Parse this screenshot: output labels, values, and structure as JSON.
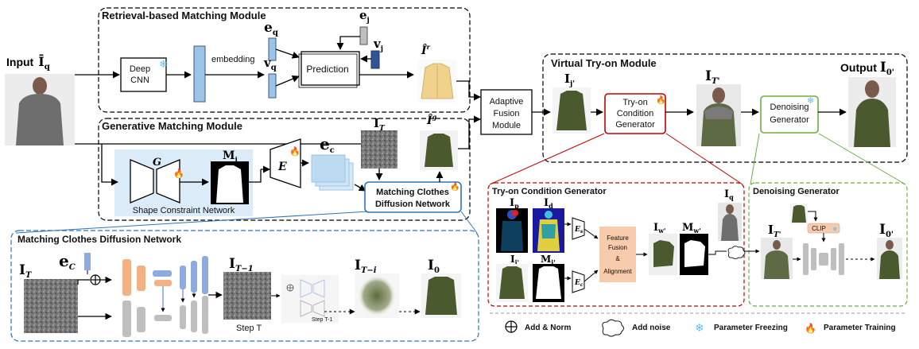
{
  "colors": {
    "frozen_blue": "#5bc0f8",
    "trained_orange": "#f7941d",
    "mcdn_blue": "#2e75b6",
    "tcg_red": "#c00000",
    "denoise_green": "#70ad47",
    "embed_blue": "#9dc3e6",
    "shape_bg": "#dcebf8",
    "fusion_peach": "#f8cbad",
    "unet_orange": "#f4b183",
    "unet_gray": "#bfbfbf",
    "unet_purple": "#8faadc"
  },
  "labels": {
    "input": "Input",
    "input_sym": "Ī",
    "input_sub": "q",
    "output": "Output",
    "output_sym": "I",
    "output_sub": "0'"
  },
  "retrieval": {
    "title": "Retrieval-based Matching Module",
    "deep_cnn_1": "Deep",
    "deep_cnn_2": "CNN",
    "embedding": "embedding",
    "prediction": "Prediction",
    "eq": "e",
    "eq_sub": "q",
    "vq": "v",
    "vq_sub": "q",
    "ej": "e",
    "ej_sub": "j",
    "vj": "v",
    "vj_sub": "j",
    "tr": "Î",
    "tr_sup": "r"
  },
  "generative": {
    "title": "Generative Matching Module",
    "shape_net": "Shape Constraint Network",
    "g_label": "G",
    "mi": "M",
    "mi_sub": "i",
    "e_label": "E",
    "ec": "e",
    "ec_sub": "c",
    "it": "I",
    "it_sub": "T",
    "tg": "Î",
    "tg_sup": "g",
    "mcdn_1": "Matching Clothes",
    "mcdn_2": "Diffusion Network"
  },
  "fusion": {
    "line1": "Adaptive",
    "line2": "Fusion",
    "line3": "Module"
  },
  "vto": {
    "title": "Virtual Try-on Module",
    "ij": "I",
    "ij_sub": "j'",
    "it2": "I",
    "it2_sub": "T'",
    "tcg_1": "Try-on",
    "tcg_2": "Condition",
    "tcg_3": "Generator",
    "dg_1": "Denoising",
    "dg_2": "Generator"
  },
  "mcdn_detail": {
    "title": "Matching Clothes Diffusion Network",
    "it": "I",
    "it_sub": "T",
    "ec": "e",
    "ec_sub": "C",
    "it1": "I",
    "it1_sub": "T−1",
    "step_t": "Step T",
    "step_t1": "Step T-1",
    "iti": "I",
    "iti_sub": "T−i",
    "i0": "I",
    "i0_sub": "0"
  },
  "tcg_detail": {
    "title": "Try-on Condition Generator",
    "ip": "I",
    "ip_sub": "p",
    "id": "I",
    "id_sub": "d",
    "ij": "I",
    "ij_sub": "j'",
    "mj": "M",
    "mj_sub": "j'",
    "es": "E",
    "es_sub": "s",
    "ec": "E",
    "ec_sub": "c",
    "ff_1": "Feature",
    "ff_2": "Fusion",
    "ff_3": "&",
    "ff_4": "Alignment",
    "iw": "I",
    "iw_sub": "w'",
    "mw": "M",
    "mw_sub": "w'",
    "iq": "I",
    "iq_sub": "q"
  },
  "dg_detail": {
    "title": "Denoising Generator",
    "it": "I",
    "it_sub": "T'",
    "clip": "CLIP",
    "i0": "I",
    "i0_sub": "0'"
  },
  "legend": {
    "add_norm": "Add & Norm",
    "add_noise": "Add noise",
    "freezing": "Parameter Freezing",
    "training": "Parameter Training"
  }
}
